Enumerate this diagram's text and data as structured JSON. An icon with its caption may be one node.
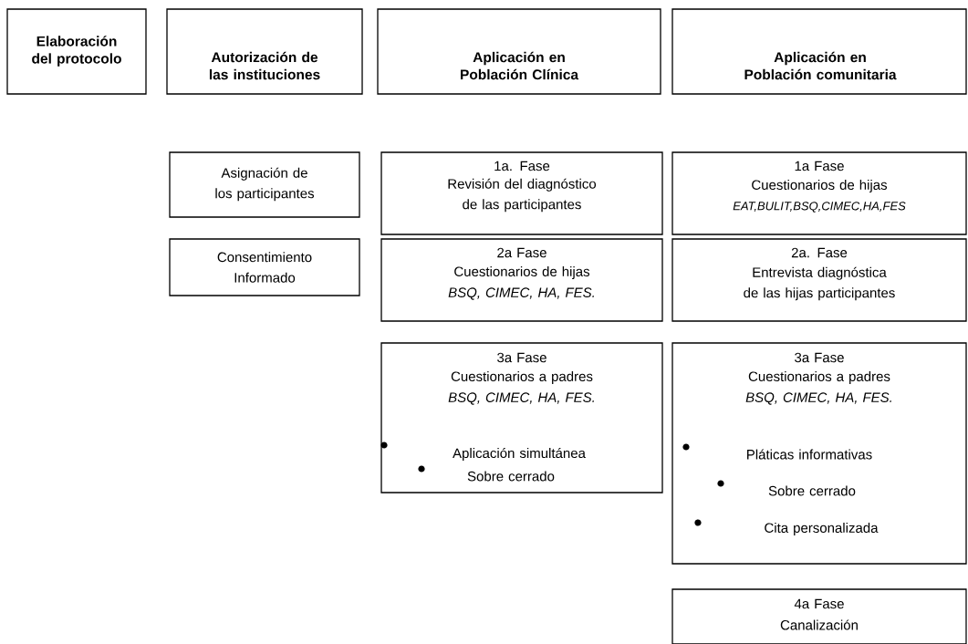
{
  "diagram": {
    "nodes": [
      {
        "text": [
          "Elaboración del protocolo"
        ]
      },
      {
        "text": [
          "Autorización de las instituciones"
        ]
      },
      {
        "text": [
          "Aplicación en Población Clínica"
        ]
      },
      {
        "text": [
          "Aplicación en Población comunitaria"
        ]
      },
      {
        "text": [
          "Asignación de los participantes"
        ]
      },
      {
        "text": [
          "1a.  Fase",
          "Revisión del diagnóstico de las participantes"
        ]
      },
      {
        "text": [
          "1a Fase",
          "Cuestionarios de hijas",
          "EAT,BULIT,BSQ,CIMEC,HA,FES"
        ]
      },
      {
        "text": [
          "Consentimiento Informado"
        ]
      },
      {
        "text": [
          "2a Fase",
          "Cuestionarios de hijas",
          "BSQ, CIMEC, HA, FES."
        ]
      },
      {
        "text": [
          "2a.  Fase",
          "Entrevista diagnóstica de las hijas participantes"
        ]
      },
      {
        "text": [
          "3a Fase",
          "Cuestionarios a padres",
          "BSQ, CIMEC, HA, FES.",
          "Aplicación simultánea",
          "Sobre cerrado"
        ]
      },
      {
        "text": [
          "3a Fase",
          "Cuestionarios a padres",
          "BSQ, CIMEC, HA, FES.",
          "Pláticas informativas",
          "Sobre cerrado",
          "Cita personalizada"
        ]
      },
      {
        "text": [
          "4a Fase",
          "Canalización"
        ]
      }
    ]
  }
}
